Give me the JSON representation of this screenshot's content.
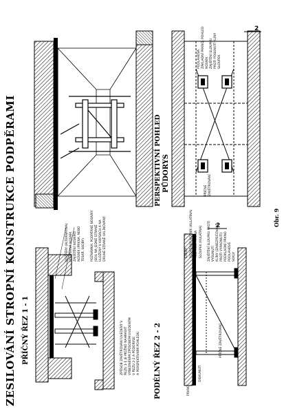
{
  "title": "ZESILOVÁNÍ STROPNÍ KONSTRUKCE PODPĚRAMI",
  "figure_number": "Obr. 9",
  "sections": {
    "cross": {
      "heading": "PŘÍČNÝ ŘEZ 1 - 1",
      "labels": [
        "ROZPĚRY (ALTERNATIVA)",
        "PODPĚRNÝ NOSNÍK",
        "ZAJIŠTĚNÍ NOSNÍKU",
        "NOSNÍK (PRKNA, NEBO",
        "TESAŘ. SKOBY)"
      ],
      "note_a": [
        "POZNÁMKA: PODPĚRNÉ NOSNÍKY",
        "JSOU NA JEDNÉ STRANĚ",
        "ULOŽENY V KAPSÁCH A NA",
        "DRUHÉ STRANĚ UKLÍNOVÁNY"
      ],
      "note_b": [
        "ZPŮSOB ZAVĚTROVÁNÍ UVEDENÝ V",
        "ŘEZU 1-1 JE MOŽNO NAHRADIT",
        "VYBEDNĚNÍM ZPŮSOBEM UVEDENÝM",
        "V ŘEZU 2-2 A PŮDORYSE",
        "A PERSPEKTIVNÍM POHLEDU"
      ]
    },
    "longitudinal": {
      "heading": "PODÉLNÝ ŘEZ 2 - 2",
      "labels_top": [
        "STROP",
        "PODPĚRNÝ NOSNÍK (KULATINA)",
        "TESAŘSKÁ SKOBA",
        "SLOUPEK (KULATINA)"
      ],
      "labels_right": [
        "ZAJIŠTĚNÍ SLOUPKU PROTI",
        "VYSUNUTÍ",
        "KLÍNY (ZABEZPEČOVANÉ",
        "PROTI VYPADNUTÍ)",
        "PODKLADNÍ PRKNO",
        "PODLAHOVÉ",
        "SOKLY"
      ],
      "labels_bottom": [
        "PRKNO",
        "DISKUNUTÍ",
        "PŘÍČNÉ ZAVĚTROVÁNÍ"
      ],
      "marker": "2"
    },
    "perspective": {
      "heading": "PERSPEKTIVNÍ POHLED"
    },
    "plan": {
      "heading": "PŮDORYS",
      "labels": [
        "PODLAHOVÁ",
        "ZÁKLADNÍ PRKNO, POHLED",
        "NOSNÍK",
        "ZAJIŠTĚNÍ SLOUPKU",
        "PROTI POSUNUTÍ KLÍNY",
        "SLOUPEK"
      ],
      "label_bottom": [
        "PŘÍČNÉ",
        "ZAVĚTROVÁNÍ"
      ],
      "marker": "2"
    }
  }
}
